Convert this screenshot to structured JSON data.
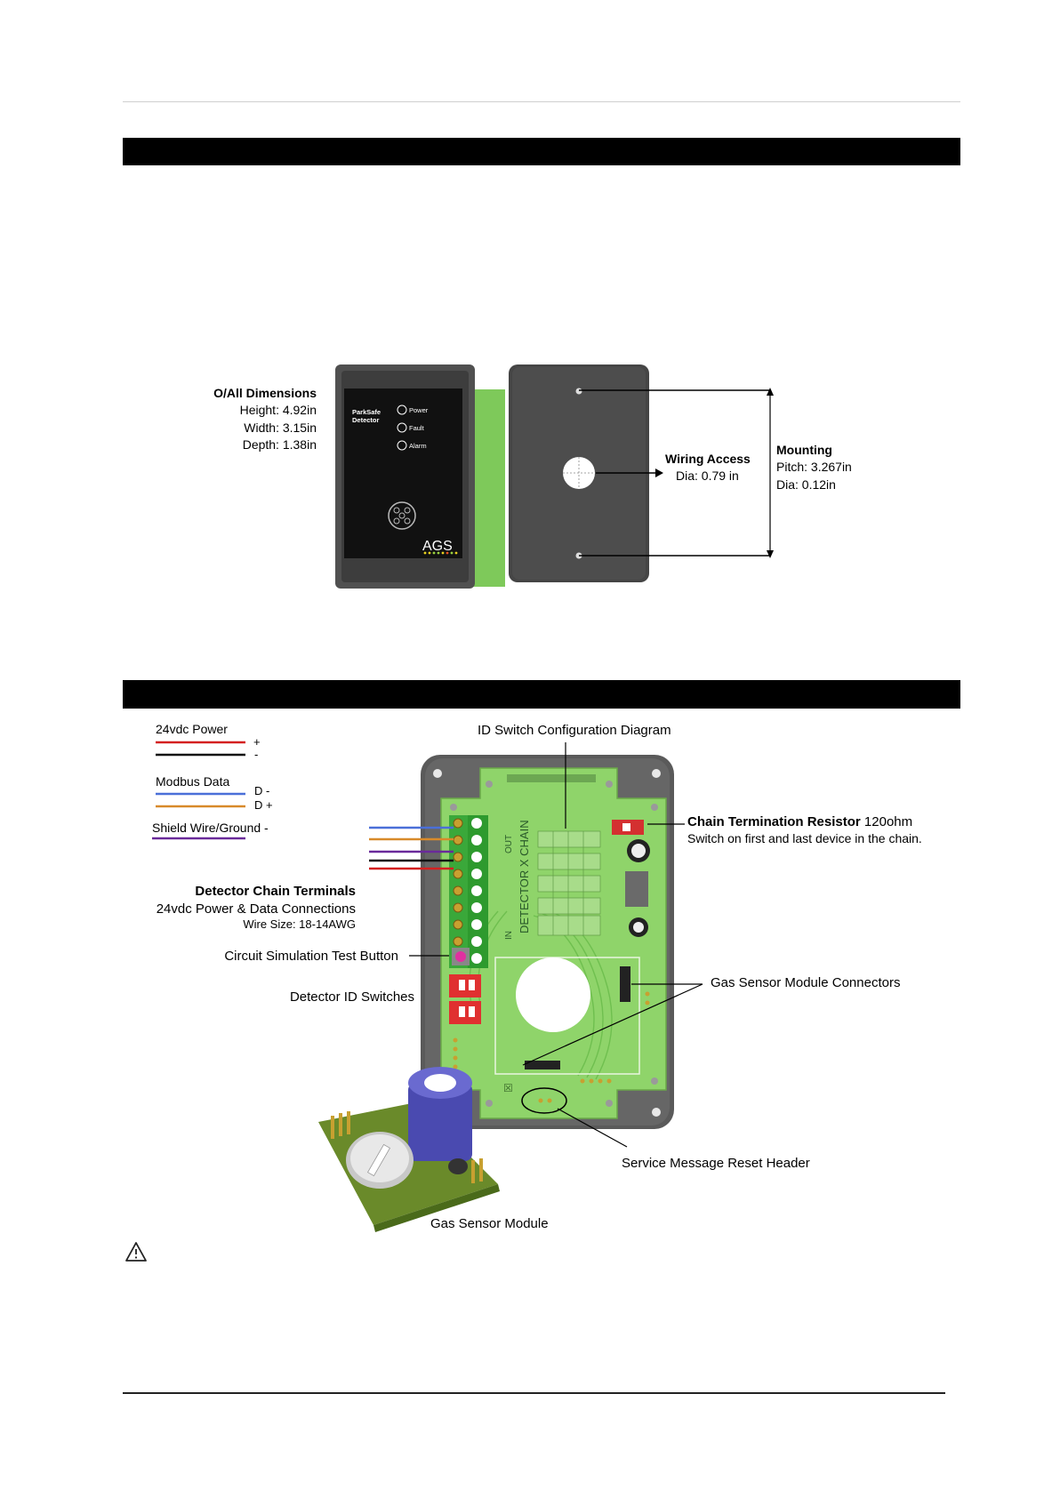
{
  "dimensions": {
    "title": "O/All Dimensions",
    "height": "Height: 4.92in",
    "width": "Width: 3.15in",
    "depth": "Depth: 1.38in"
  },
  "front_panel": {
    "product_line1": "ParkSafe",
    "product_line2": "Detector",
    "led_power": "Power",
    "led_fault": "Fault",
    "led_alarm": "Alarm",
    "logo": "AGS"
  },
  "wiring_access": {
    "title": "Wiring Access",
    "dia": "Dia: 0.79 in"
  },
  "mounting": {
    "title": "Mounting",
    "pitch": "Pitch: 3.267in",
    "dia": "Dia: 0.12in"
  },
  "legend": {
    "power_title": "24vdc Power",
    "power_plus": "+",
    "power_minus": "-",
    "modbus_title": "Modbus Data",
    "d_minus": "D -",
    "d_plus": "D +",
    "shield": "Shield Wire/Ground -"
  },
  "board": {
    "id_switch_diagram": "ID Switch Configuration Diagram",
    "termination_bold": "Chain Termination Resistor",
    "termination_value": " 120ohm",
    "termination_note": "Switch on first and last device in the chain.",
    "chain_terminals": "Detector Chain Terminals",
    "power_data_connections": "24vdc Power & Data Connections",
    "wire_size": "Wire Size: 18-14AWG",
    "test_button": "Circuit Simulation Test Button",
    "id_switches": "Detector ID Switches",
    "sensor_connectors": "Gas Sensor Module Connectors",
    "reset_header": "Service Message Reset Header",
    "sensor_module": "Gas Sensor Module",
    "silk_chain": "DETECTOR X CHAIN",
    "silk_out": "OUT",
    "silk_in": "IN"
  },
  "colors": {
    "section_bar": "#000000",
    "wire_red": "#d42020",
    "wire_black": "#111111",
    "wire_blue": "#4a6fd8",
    "wire_orange": "#d88a2a",
    "wire_purple": "#6a2a9a",
    "pcb_green": "#8fd46a",
    "enclosure_grey": "#5a5a5a"
  }
}
